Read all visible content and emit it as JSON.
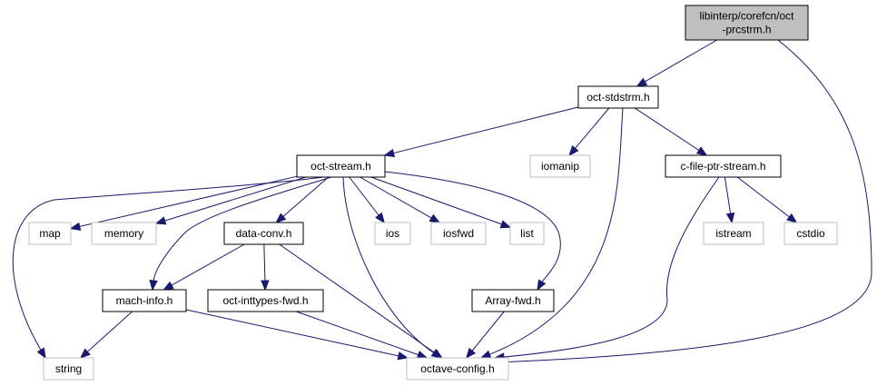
{
  "nodes": {
    "oct_prcstrm": {
      "lines": [
        "libinterp/corefcn/oct",
        "-prcstrm.h"
      ],
      "kind": "root"
    },
    "oct_stdstrm": {
      "lines": [
        "oct-stdstrm.h"
      ],
      "kind": "internal"
    },
    "oct_stream": {
      "lines": [
        "oct-stream.h"
      ],
      "kind": "internal"
    },
    "iomanip": {
      "lines": [
        "iomanip"
      ],
      "kind": "external"
    },
    "c_file_ptr_stream": {
      "lines": [
        "c-file-ptr-stream.h"
      ],
      "kind": "internal"
    },
    "map": {
      "lines": [
        "map"
      ],
      "kind": "external"
    },
    "memory": {
      "lines": [
        "memory"
      ],
      "kind": "external"
    },
    "data_conv": {
      "lines": [
        "data-conv.h"
      ],
      "kind": "internal"
    },
    "ios": {
      "lines": [
        "ios"
      ],
      "kind": "external"
    },
    "iosfwd": {
      "lines": [
        "iosfwd"
      ],
      "kind": "external"
    },
    "list": {
      "lines": [
        "list"
      ],
      "kind": "external"
    },
    "istream": {
      "lines": [
        "istream"
      ],
      "kind": "external"
    },
    "cstdio": {
      "lines": [
        "cstdio"
      ],
      "kind": "external"
    },
    "mach_info": {
      "lines": [
        "mach-info.h"
      ],
      "kind": "internal"
    },
    "oct_inttypes_fwd": {
      "lines": [
        "oct-inttypes-fwd.h"
      ],
      "kind": "internal"
    },
    "array_fwd": {
      "lines": [
        "Array-fwd.h"
      ],
      "kind": "internal"
    },
    "string": {
      "lines": [
        "string"
      ],
      "kind": "external"
    },
    "octave_config": {
      "lines": [
        "octave-config.h"
      ],
      "kind": "external"
    }
  },
  "edges": [
    [
      "oct_prcstrm",
      "oct_stdstrm"
    ],
    [
      "oct_prcstrm",
      "octave_config"
    ],
    [
      "oct_stdstrm",
      "oct_stream"
    ],
    [
      "oct_stdstrm",
      "iomanip"
    ],
    [
      "oct_stdstrm",
      "c_file_ptr_stream"
    ],
    [
      "oct_stdstrm",
      "octave_config"
    ],
    [
      "oct_stream",
      "string"
    ],
    [
      "oct_stream",
      "map"
    ],
    [
      "oct_stream",
      "memory"
    ],
    [
      "oct_stream",
      "mach_info"
    ],
    [
      "oct_stream",
      "data_conv"
    ],
    [
      "oct_stream",
      "octave_config"
    ],
    [
      "oct_stream",
      "ios"
    ],
    [
      "oct_stream",
      "iosfwd"
    ],
    [
      "oct_stream",
      "list"
    ],
    [
      "oct_stream",
      "array_fwd"
    ],
    [
      "c_file_ptr_stream",
      "istream"
    ],
    [
      "c_file_ptr_stream",
      "cstdio"
    ],
    [
      "c_file_ptr_stream",
      "octave_config"
    ],
    [
      "data_conv",
      "mach_info"
    ],
    [
      "data_conv",
      "oct_inttypes_fwd"
    ],
    [
      "data_conv",
      "octave_config"
    ],
    [
      "mach_info",
      "string"
    ],
    [
      "mach_info",
      "octave_config"
    ],
    [
      "oct_inttypes_fwd",
      "octave_config"
    ],
    [
      "array_fwd",
      "octave_config"
    ]
  ],
  "colors": {
    "edge": "#191970",
    "root_fill": "#bfbfbf",
    "root_stroke": "#000000",
    "internal_fill": "#ffffff",
    "internal_stroke": "#000000",
    "external_fill": "#ffffff",
    "external_stroke": "#bfbfbf"
  }
}
